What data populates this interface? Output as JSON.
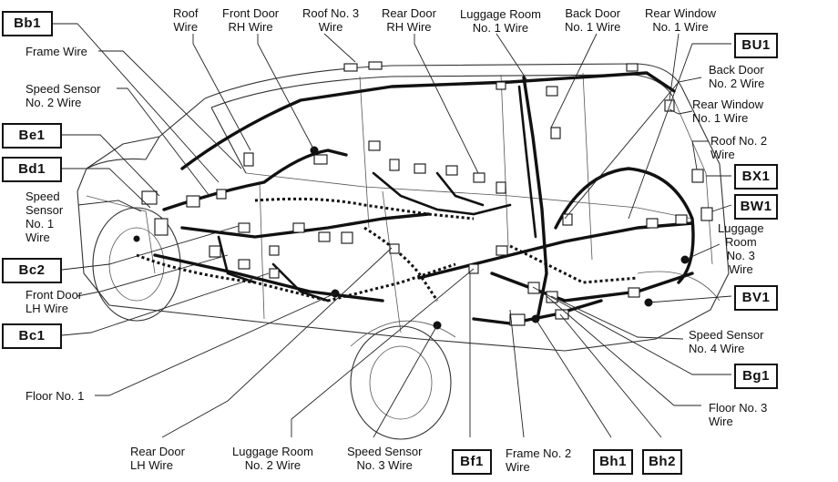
{
  "labels": {
    "roof_wire": "Roof\nWire",
    "front_door_rh": "Front Door\nRH Wire",
    "roof_no3": "Roof No. 3\nWire",
    "rear_door_rh": "Rear Door\nRH Wire",
    "luggage_room_no1": "Luggage Room\nNo. 1 Wire",
    "back_door_no1": "Back Door\nNo. 1 Wire",
    "rear_window_no1_top": "Rear Window\nNo. 1 Wire",
    "frame_wire": "Frame Wire",
    "speed_sensor_no2": "Speed Sensor\nNo. 2 Wire",
    "speed_sensor_no1": "Speed\nSensor\nNo. 1\nWire",
    "front_door_lh": "Front Door\nLH Wire",
    "floor_no1": "Floor No. 1",
    "rear_door_lh": "Rear Door\nLH Wire",
    "luggage_room_no2": "Luggage Room\nNo. 2 Wire",
    "speed_sensor_no3": "Speed Sensor\nNo. 3 Wire",
    "frame_no2": "Frame No. 2\nWire",
    "back_door_no2": "Back Door\nNo. 2 Wire",
    "rear_window_no1_right": "Rear Window\nNo. 1 Wire",
    "roof_no2": "Roof No. 2\nWire",
    "luggage_room_no3": "Luggage\nRoom\nNo. 3\nWire",
    "speed_sensor_no4": "Speed Sensor\nNo. 4 Wire",
    "floor_no3": "Floor No. 3\nWire"
  },
  "connectors": {
    "bb1": "Bb1",
    "be1": "Be1",
    "bd1": "Bd1",
    "bc2": "Bc2",
    "bc1": "Bc1",
    "bf1": "Bf1",
    "bh1": "Bh1",
    "bh2": "Bh2",
    "bu1": "BU1",
    "bx1": "BX1",
    "bw1": "BW1",
    "bv1": "BV1",
    "bg1": "Bg1"
  }
}
